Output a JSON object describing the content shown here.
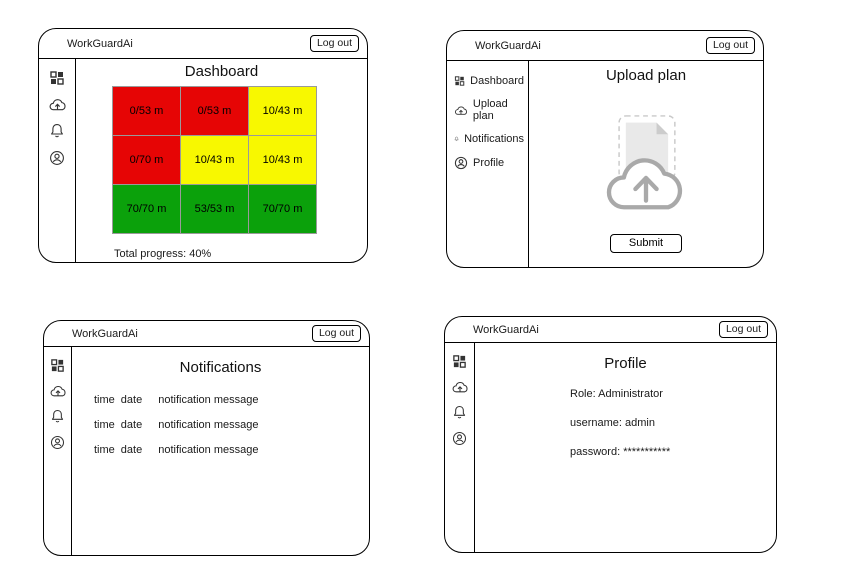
{
  "app": {
    "brand": "WorkGuardAi",
    "logout_label": "Log out"
  },
  "nav": {
    "items": [
      "Dashboard",
      "Upload plan",
      "Notifications",
      "Profile"
    ]
  },
  "dashboard": {
    "title": "Dashboard",
    "total_progress": "Total progress: 40%",
    "cells": [
      {
        "label": "0/53 m",
        "color": "#e60505"
      },
      {
        "label": "0/53 m",
        "color": "#e60505"
      },
      {
        "label": "10/43 m",
        "color": "#f8f800"
      },
      {
        "label": "0/70 m",
        "color": "#e60505"
      },
      {
        "label": "10/43 m",
        "color": "#f8f800"
      },
      {
        "label": "10/43 m",
        "color": "#f8f800"
      },
      {
        "label": "70/70 m",
        "color": "#0ba10b"
      },
      {
        "label": "53/53 m",
        "color": "#0ba10b"
      },
      {
        "label": "70/70 m",
        "color": "#0ba10b"
      }
    ]
  },
  "upload": {
    "title": "Upload plan",
    "submit_label": "Submit"
  },
  "notifications": {
    "title": "Notifications",
    "rows": [
      {
        "time": "time",
        "date": "date",
        "message": "notification message"
      },
      {
        "time": "time",
        "date": "date",
        "message": "notification message"
      },
      {
        "time": "time",
        "date": "date",
        "message": "notification message"
      }
    ]
  },
  "profile": {
    "title": "Profile",
    "role": "Role: Administrator",
    "username": "username: admin",
    "password": "password: ***********"
  }
}
